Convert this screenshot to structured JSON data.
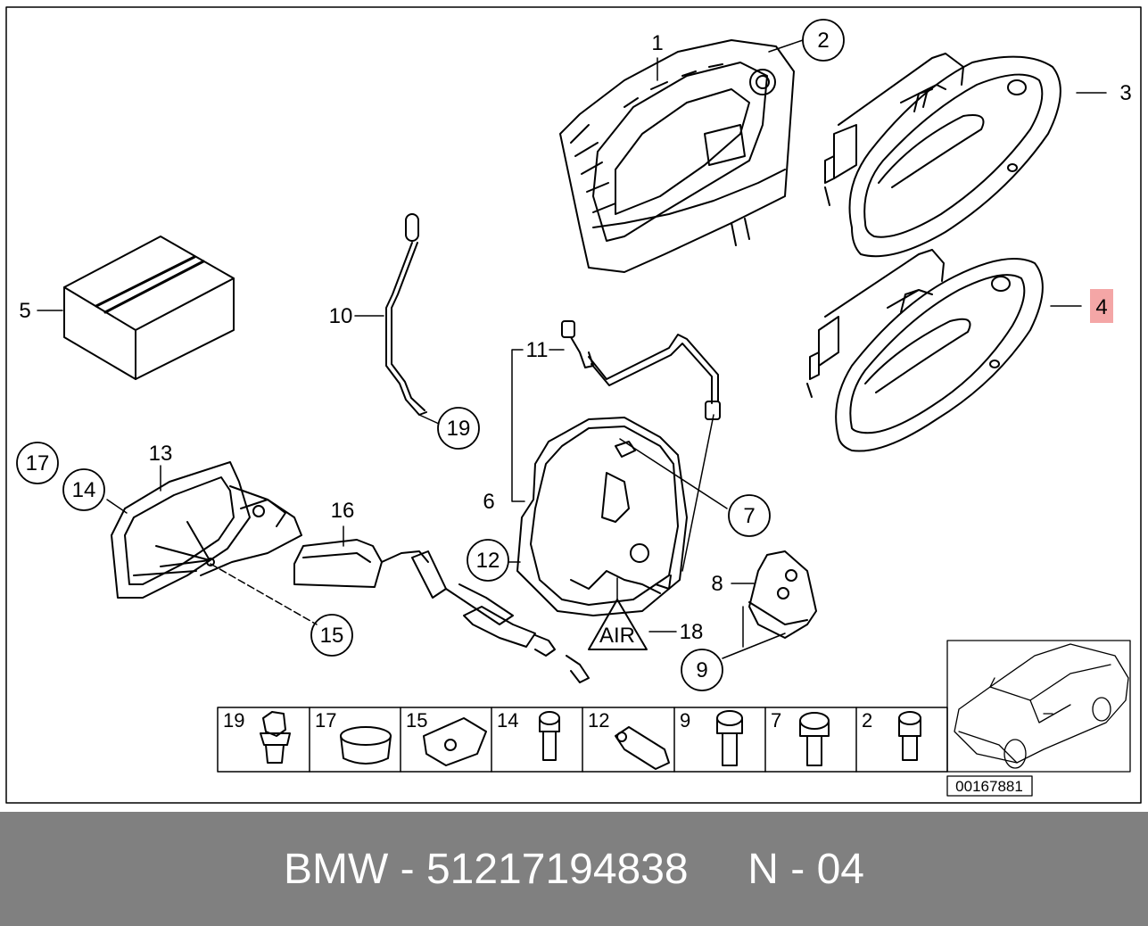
{
  "diagram": {
    "callouts": {
      "c1": "1",
      "c2": "2",
      "c3": "3",
      "c4": "4",
      "c5": "5",
      "c6": "6",
      "c7": "7",
      "c8": "8",
      "c9": "9",
      "c10": "10",
      "c11": "11",
      "c12": "12",
      "c13": "13",
      "c14": "14",
      "c15": "15",
      "c16": "16",
      "c17": "17",
      "c18": "18",
      "c19": "19"
    },
    "highlight_color": "#f4a6a6",
    "fastener_cells": [
      "19",
      "17",
      "15",
      "14",
      "12",
      "9",
      "7",
      "2"
    ],
    "reference_code": "00167881",
    "warning_label": "AIR"
  },
  "footer": {
    "text": "BMW - 51217194838     N - 04",
    "background": "#808080"
  }
}
